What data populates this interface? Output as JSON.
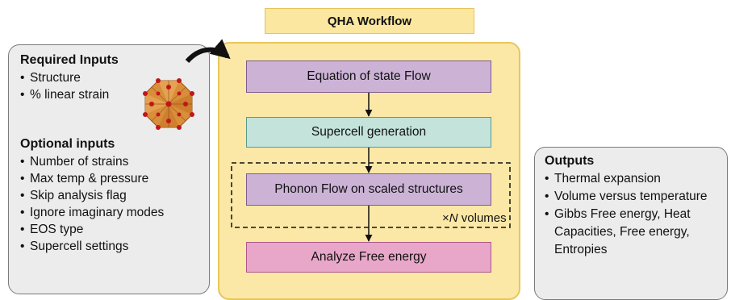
{
  "title": "QHA Workflow",
  "required": {
    "heading": "Required Inputs",
    "items": [
      "Structure",
      "% linear strain"
    ]
  },
  "optional": {
    "heading": "Optional inputs",
    "items": [
      "Number of strains",
      "Max temp & pressure",
      "Skip analysis flag",
      "Ignore imaginary modes",
      "EOS type",
      "Supercell settings"
    ]
  },
  "workflow": {
    "steps": [
      "Equation of state Flow",
      "Supercell generation",
      "Phonon Flow on scaled structures",
      "Analyze Free energy"
    ],
    "repeat_prefix": "×",
    "repeat_var": "N",
    "repeat_suffix": " volumes"
  },
  "outputs": {
    "heading": "Outputs",
    "items": [
      "Thermal expansion",
      "Volume versus temperature",
      "Gibbs Free energy, Heat Capacities, Free energy, Entropies"
    ]
  },
  "colors": {
    "title_fill": "#fbe79f",
    "workflow_fill": "#fbe8a6",
    "panel_fill": "#ececec",
    "eos_fill": "#ccb3d6",
    "supercell_fill": "#c4e3da",
    "phonon_fill": "#ccb3d6",
    "analyze_fill": "#e8a7c8",
    "atom_orange": "#d98e3a",
    "atom_red": "#c0161a"
  }
}
